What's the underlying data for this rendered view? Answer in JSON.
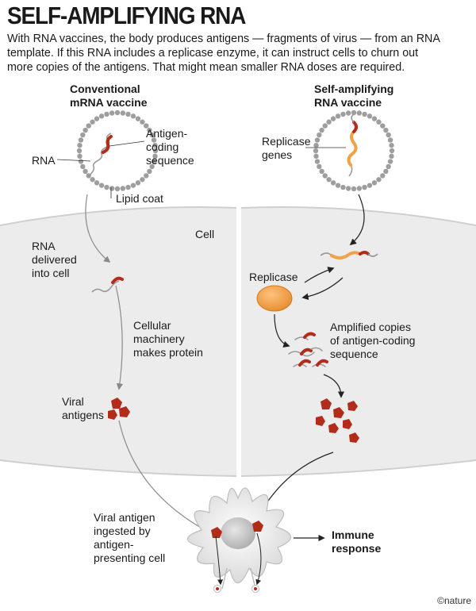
{
  "header": {
    "title": "SELF-AMPLIFYING RNA",
    "intro_lines": [
      "With RNA vaccines, the body produces antigens — fragments of virus — from an RNA",
      "template. If this RNA includes a replicase enzyme, it can instruct cells to churn out",
      "more copies of the antigens. That might mean smaller RNA doses are required."
    ]
  },
  "left_column": {
    "heading_lines": [
      "Conventional",
      "mRNA vaccine"
    ],
    "rna_label": "RNA",
    "antigen_label_lines": [
      "Antigen-",
      "coding",
      "sequence"
    ],
    "lipid_label": "Lipid coat",
    "delivered_lines": [
      "RNA",
      "delivered",
      "into cell"
    ],
    "machinery_lines": [
      "Cellular",
      "machinery",
      "makes protein"
    ],
    "viral_antigens_lines": [
      "Viral",
      "antigens"
    ]
  },
  "right_column": {
    "heading_lines": [
      "Self-amplifying",
      "RNA vaccine"
    ],
    "replicase_genes_lines": [
      "Replicase",
      "genes"
    ],
    "replicase_label": "Replicase",
    "amplified_lines": [
      "Amplified copies",
      "of antigen-coding",
      "sequence"
    ]
  },
  "cell_label": "Cell",
  "bottom": {
    "ingested_lines": [
      "Viral antigen",
      "ingested by",
      "antigen-",
      "presenting cell"
    ],
    "immune_lines": [
      "Immune",
      "response"
    ]
  },
  "credit": "©nature",
  "colors": {
    "antigen_red": "#b32c1a",
    "replicase_orange": "#f0a24a",
    "rna_grey": "#9a9a9a",
    "cell_fill": "#ececec",
    "membrane": "#c9c9c9"
  }
}
